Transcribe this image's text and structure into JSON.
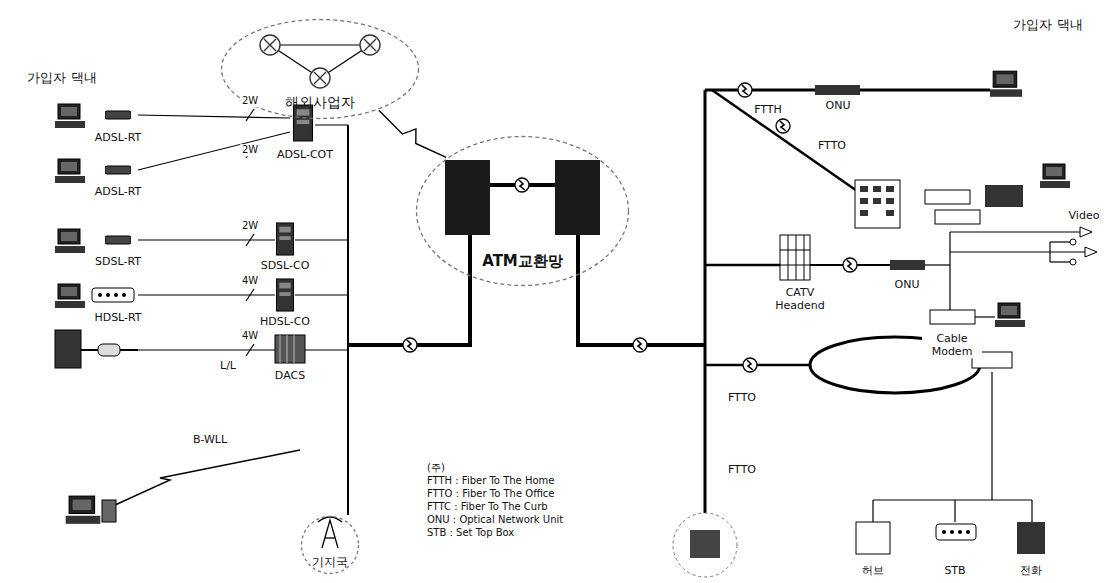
{
  "diagram": {
    "nodes": [
      {
        "text": [
          "해외사업자"
        ]
      },
      {
        "text": [
          "ATM교환망"
        ]
      },
      {
        "text": [
          "기지국"
        ]
      }
    ],
    "edges": [
      {
        "from": 0,
        "to": 1,
        "arrow": "none"
      }
    ],
    "labels": [
      "가입자 댁내",
      "ADSL-RT",
      "2W",
      "2W",
      "ADSL-COT",
      "ADSL-RT",
      "SDSL-RT",
      "2W",
      "SDSL-CO",
      "HDSL-RT",
      "4W",
      "HDSL-CO",
      "L/L",
      "4W",
      "DACS",
      "B-WLL",
      "가입자 댁내",
      "FTTH",
      "ONU",
      "FTTO",
      "Video",
      "CATV Headend",
      "ONU",
      "Cable Modem",
      "FTTO",
      "FTTO",
      "허브",
      "STB",
      "전화",
      "(주)",
      "FTTH : Fiber To The Home",
      "FTTO : Fiber To The Office",
      "FTTC : Fiber To The Curb",
      "ONU : Optical Network Unit",
      "STB : Set Top Box"
    ]
  }
}
